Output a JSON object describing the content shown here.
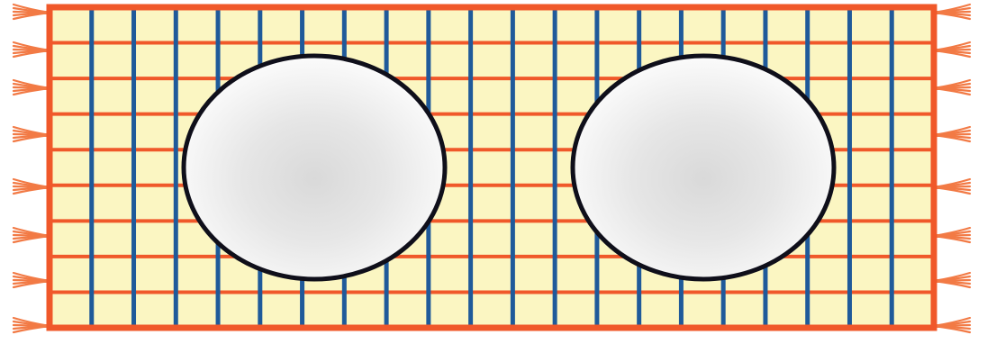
{
  "rug": {
    "background_color": "#fbf6c2",
    "border_color": "#f0582a",
    "red_stripe_color": "#f0582a",
    "blue_stripe_color": "#1f5a9a",
    "fringe_color": "#f27a45",
    "red_stripe_count": 8,
    "blue_stripe_count": 20
  },
  "holes": [
    {
      "name": "left-hole",
      "fill": "#e2e2e2",
      "outline": "#0f0f1a"
    },
    {
      "name": "right-hole",
      "fill": "#e2e2e2",
      "outline": "#0f0f1a"
    }
  ]
}
